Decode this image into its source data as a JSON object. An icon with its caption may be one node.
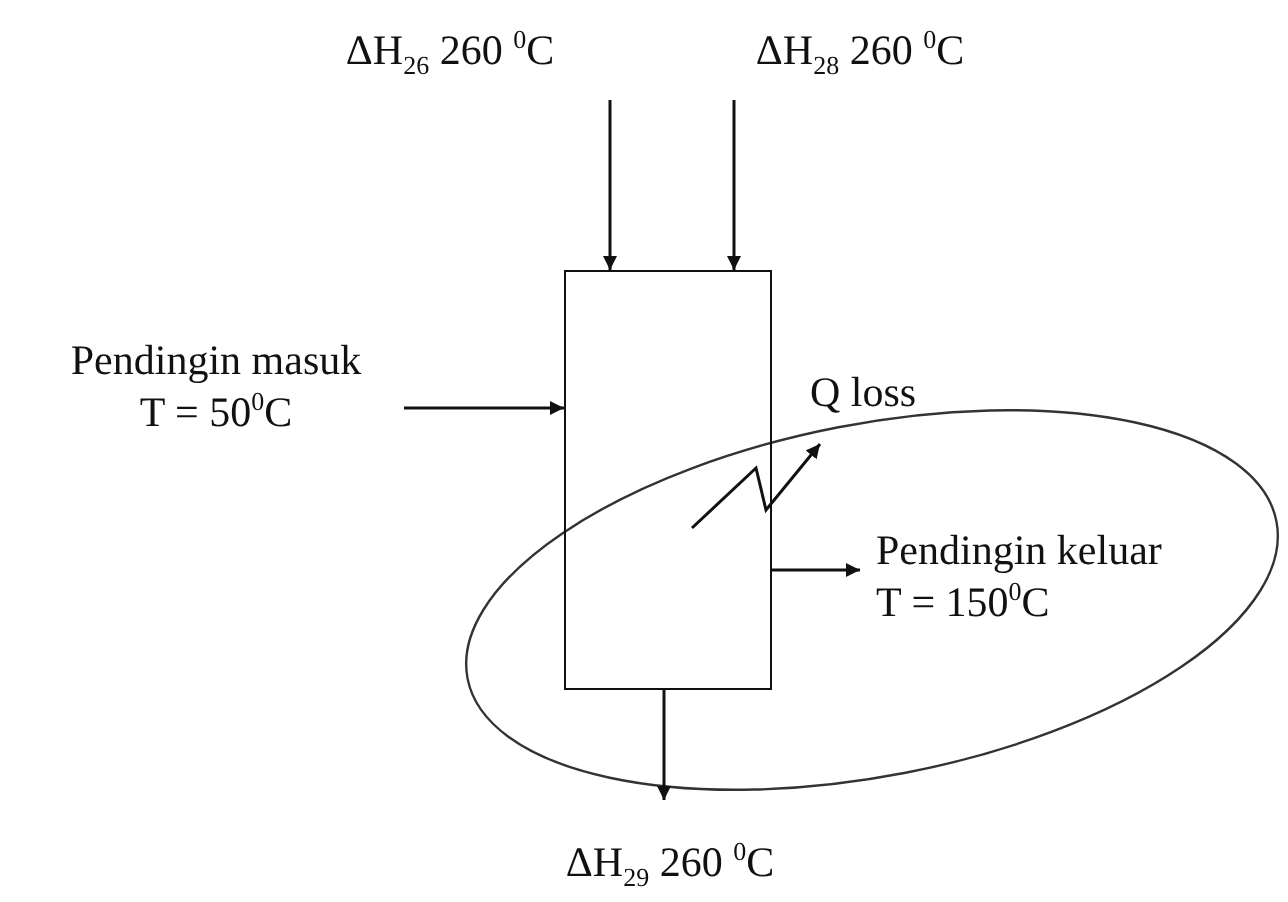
{
  "diagram": {
    "nodes": [
      {
        "text": [],
        "shape": "box"
      },
      {
        "text": [
          "ΔH$_{26}$ 260 $^{0}$C"
        ]
      },
      {
        "text": [
          "ΔH$_{28}$ 260 $^{0}$C"
        ]
      },
      {
        "text": [
          "Pendingin masuk T = 50$^{0}$C"
        ]
      },
      {
        "text": [
          "Q loss"
        ]
      },
      {
        "text": [
          "Pendingin keluar T = 150$^{0}$C"
        ]
      },
      {
        "text": [
          "ΔH$_{29}$ 260 $^{0}$C"
        ]
      }
    ],
    "edges": [
      {
        "from": 1,
        "to": 0,
        "arrow": "to"
      },
      {
        "from": 2,
        "to": 0,
        "arrow": "to"
      },
      {
        "from": 3,
        "to": 0,
        "arrow": "to"
      },
      {
        "from": 0,
        "to": 4,
        "arrow": "to"
      },
      {
        "from": 0,
        "to": 5,
        "arrow": "to"
      },
      {
        "from": 0,
        "to": 6,
        "arrow": "to"
      }
    ]
  }
}
